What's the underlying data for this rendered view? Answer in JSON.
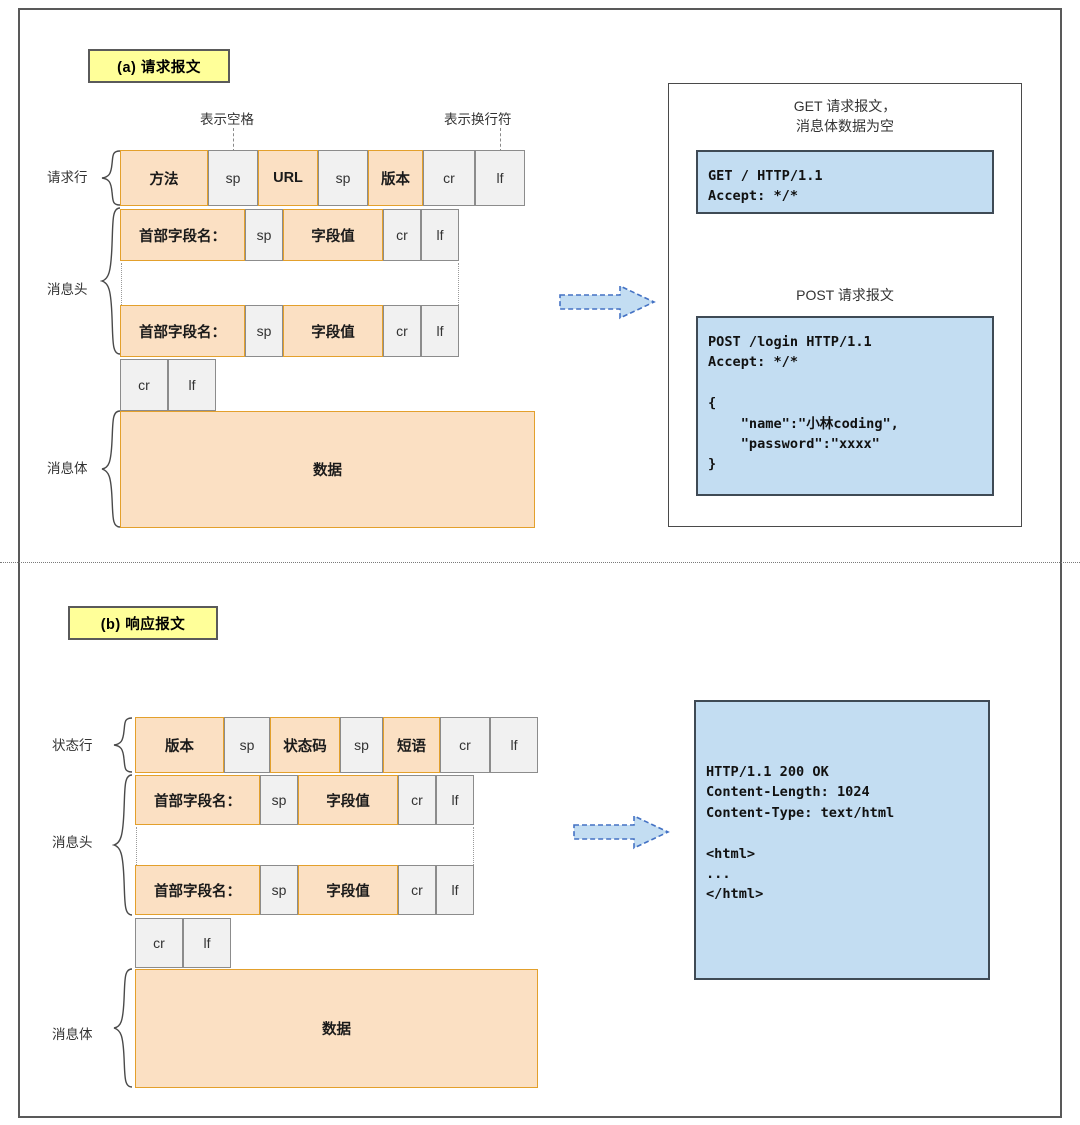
{
  "figure": {
    "title": "HTTP 报文格式图",
    "colors": {
      "field_fill": "#fbe0c3",
      "field_border": "#e3a02c",
      "control_fill": "#f1f1f1",
      "control_border": "#8c8c8c",
      "badge_fill": "#ffff99",
      "code_fill": "#c3ddf2",
      "code_border": "#3f4a55",
      "arrow_fill": "#c3ddf2",
      "arrow_border": "#4472c4",
      "frame_border": "#595959"
    }
  },
  "request": {
    "badge": "(a) 请求报文",
    "annotations": {
      "sp": "表示空格",
      "crlf": "表示换行符"
    },
    "labels": {
      "request_line": "请求行",
      "headers": "消息头",
      "body": "消息体"
    },
    "request_line_cells": [
      {
        "text": "方法",
        "kind": "field"
      },
      {
        "text": "sp",
        "kind": "control"
      },
      {
        "text": "URL",
        "kind": "field"
      },
      {
        "text": "sp",
        "kind": "control"
      },
      {
        "text": "版本",
        "kind": "field"
      },
      {
        "text": "cr",
        "kind": "control"
      },
      {
        "text": "lf",
        "kind": "control"
      }
    ],
    "header_row_cells": [
      {
        "text": "首部字段名：",
        "kind": "field"
      },
      {
        "text": "sp",
        "kind": "control"
      },
      {
        "text": "字段值",
        "kind": "field"
      },
      {
        "text": "cr",
        "kind": "control"
      },
      {
        "text": "lf",
        "kind": "control"
      }
    ],
    "blank_line_cells": [
      {
        "text": "cr",
        "kind": "control"
      },
      {
        "text": "lf",
        "kind": "control"
      }
    ],
    "body_cell": {
      "text": "数据",
      "kind": "field"
    }
  },
  "response": {
    "badge": "(b) 响应报文",
    "labels": {
      "status_line": "状态行",
      "headers": "消息头",
      "body": "消息体"
    },
    "status_line_cells": [
      {
        "text": "版本",
        "kind": "field"
      },
      {
        "text": "sp",
        "kind": "control"
      },
      {
        "text": "状态码",
        "kind": "field"
      },
      {
        "text": "sp",
        "kind": "control"
      },
      {
        "text": "短语",
        "kind": "field"
      },
      {
        "text": "cr",
        "kind": "control"
      },
      {
        "text": "lf",
        "kind": "control"
      }
    ],
    "header_row_cells": [
      {
        "text": "首部字段名：",
        "kind": "field"
      },
      {
        "text": "sp",
        "kind": "control"
      },
      {
        "text": "字段值",
        "kind": "field"
      },
      {
        "text": "cr",
        "kind": "control"
      },
      {
        "text": "lf",
        "kind": "control"
      }
    ],
    "blank_line_cells": [
      {
        "text": "cr",
        "kind": "control"
      },
      {
        "text": "lf",
        "kind": "control"
      }
    ],
    "body_cell": {
      "text": "数据",
      "kind": "field"
    }
  },
  "examples": {
    "request_panel": {
      "get_title": "GET 请求报文，\n消息体数据为空",
      "get_code": "GET / HTTP/1.1\nAccept: */*",
      "post_title": "POST 请求报文",
      "post_code": "POST /login HTTP/1.1\nAccept: */*\n\n{\n    \"name\":\"小林coding\",\n    \"password\":\"xxxx\"\n}"
    },
    "response_panel": {
      "code": "HTTP/1.1 200 OK\nContent-Length: 1024\nContent-Type: text/html\n\n<html>\n...\n</html>"
    }
  }
}
